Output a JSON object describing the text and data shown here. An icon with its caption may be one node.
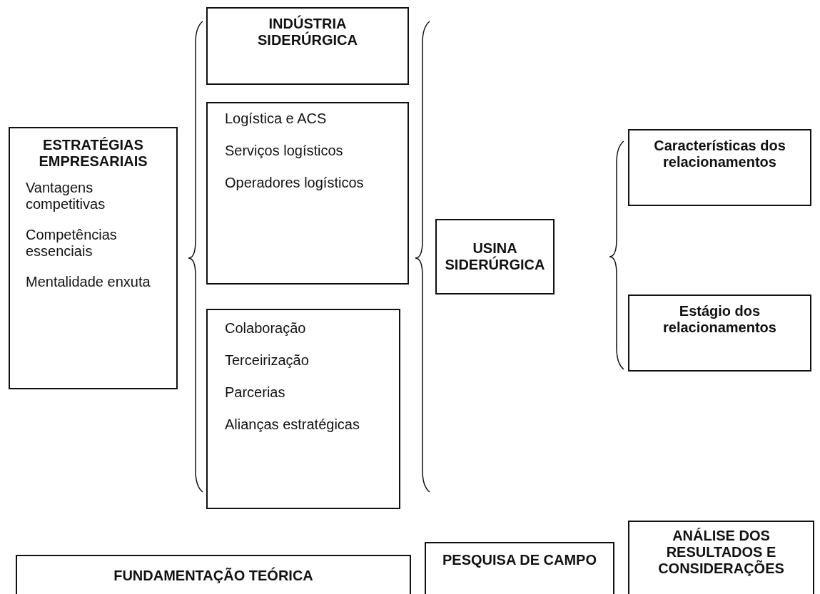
{
  "diagram": {
    "nodes": [
      {
        "text": [
          "ESTRATÉGIAS EMPRESARIAIS",
          "Vantagens competitivas",
          "Competências essenciais",
          "Mentalidade enxuta"
        ]
      },
      {
        "text": [
          "INDÚSTRIA SIDERÚRGICA"
        ]
      },
      {
        "text": [
          "Logística e ACS",
          "Serviços logísticos",
          "Operadores logísticos"
        ]
      },
      {
        "text": [
          "Colaboração",
          "Terceirização",
          "Parcerias",
          "Alianças estratégicas"
        ]
      },
      {
        "text": [
          "USINA SIDERÚRGICA"
        ]
      },
      {
        "text": [
          "Características dos relacionamentos"
        ]
      },
      {
        "text": [
          "Estágio dos relacionamentos"
        ]
      },
      {
        "text": [
          "FUNDAMENTAÇÃO TEÓRICA"
        ]
      },
      {
        "text": [
          "PESQUISA DE CAMPO"
        ]
      },
      {
        "text": [
          "ANÁLISE DOS RESULTADOS E CONSIDERAÇÕES"
        ]
      }
    ]
  }
}
